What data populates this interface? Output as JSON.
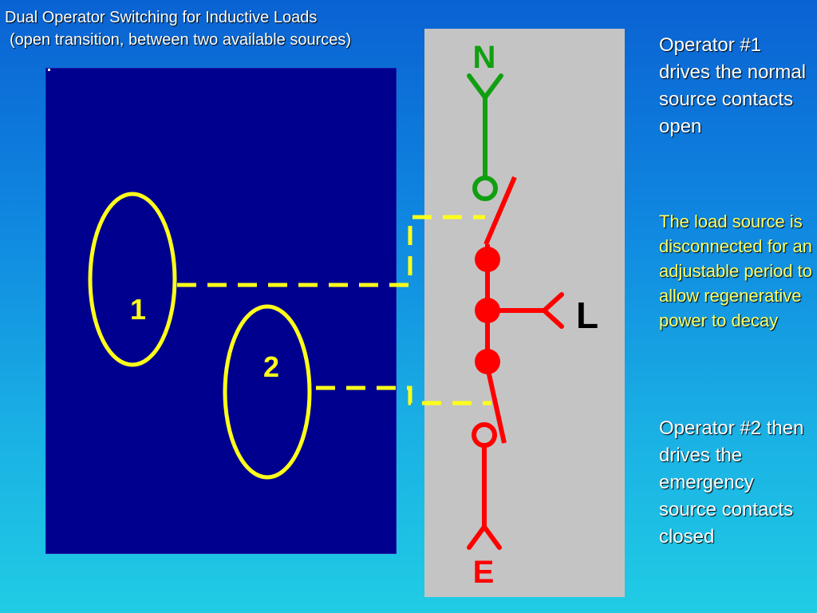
{
  "title": "Dual Operator Switching for Inductive Loads",
  "subtitle": "(open transition, between two available sources)",
  "labels": {
    "normal_source": "N",
    "load": "L",
    "emergency_source": "E",
    "operator_1": "1",
    "operator_2": "2"
  },
  "annotations": [
    "Operator #1 drives the normal source contacts open",
    "The load source is disconnected for an adjustable period to allow regenerative power to decay",
    "Operator #2 then drives the emergency source contacts closed"
  ],
  "colors": {
    "normal": "#119f11",
    "emergency": "#ff0000",
    "operator": "#ffff1a",
    "panel": "#00008f",
    "switch_panel": "#c4c4c4"
  }
}
